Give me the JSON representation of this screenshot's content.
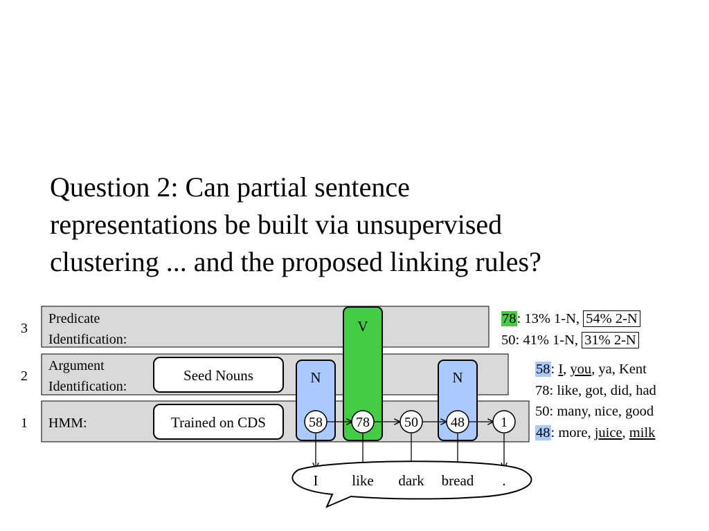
{
  "title": {
    "lines": [
      "Question 2: Can partial sentence",
      "representations be built via unsupervised",
      "clustering ... and the proposed linking rules?"
    ]
  },
  "layers": [
    {
      "number": "3",
      "label_line1": "Predicate",
      "label_line2": "Identification:"
    },
    {
      "number": "2",
      "label_line1": "Argument",
      "label_line2": "Identification:"
    },
    {
      "number": "1",
      "label": "HMM:"
    }
  ],
  "boxes": {
    "seed_nouns": "Seed Nouns",
    "trained_on_cds": "Trained on CDS"
  },
  "tags": {
    "noun": "N",
    "verb": "V"
  },
  "states": [
    "58",
    "78",
    "50",
    "48",
    "1"
  ],
  "sentence": [
    "I",
    "like",
    "dark",
    "bread",
    "."
  ],
  "colors": {
    "verb_fill": "#44cc44",
    "noun_fill": "#a9c9ff",
    "layer_fill": "#d9d9d9"
  },
  "predicate_stats": {
    "row1": {
      "state": "78",
      "left": ": 13% 1-N, ",
      "boxed": "54% 2-N"
    },
    "row2": {
      "left": "50: 41% 1-N, ",
      "boxed": "31% 2-N"
    }
  },
  "clusters": {
    "c58": {
      "state": "58",
      "sep": ": ",
      "w1": "I",
      "c1": ", ",
      "w2": "you",
      "rest": ", ya, Kent"
    },
    "c78": "78: like, got, did, had",
    "c50": "50: many, nice, good",
    "c48": {
      "state": "48",
      "sep": ": more, ",
      "w1": "juice",
      "c1": ", ",
      "w2": "milk"
    }
  }
}
